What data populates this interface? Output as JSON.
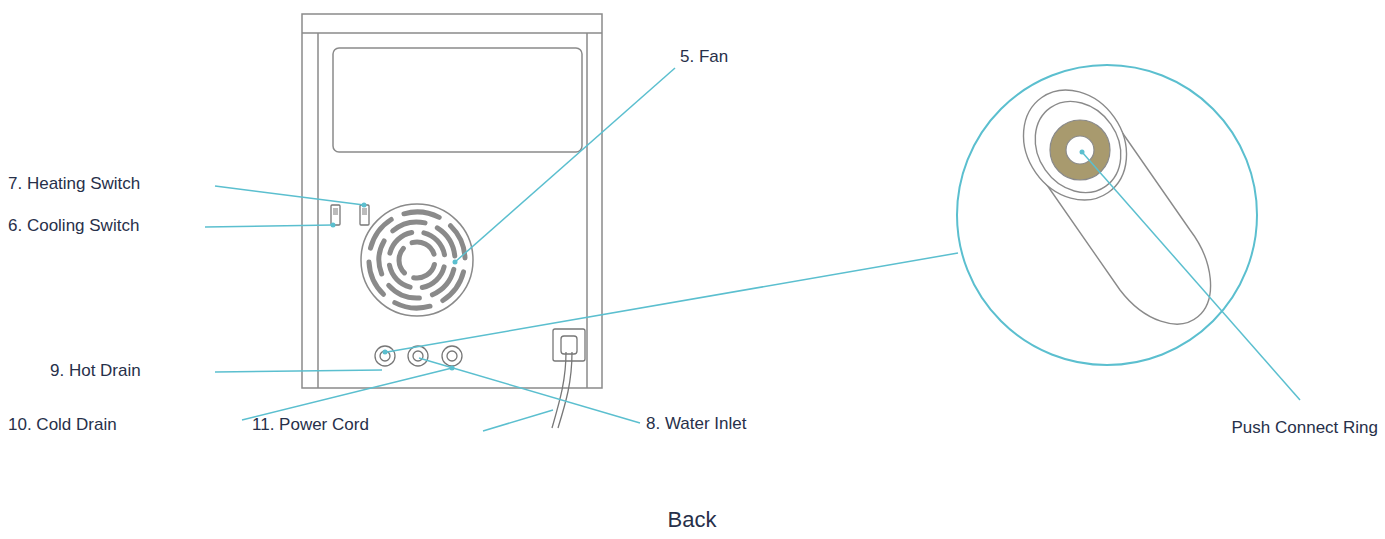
{
  "diagram": {
    "caption": "Back",
    "labels": [
      "5. Fan",
      "7. Heating Switch",
      "6. Cooling Switch",
      "9. Hot Drain",
      "10. Cold Drain",
      "11. Power Cord",
      "8. Water Inlet",
      "Push Connect Ring"
    ]
  }
}
